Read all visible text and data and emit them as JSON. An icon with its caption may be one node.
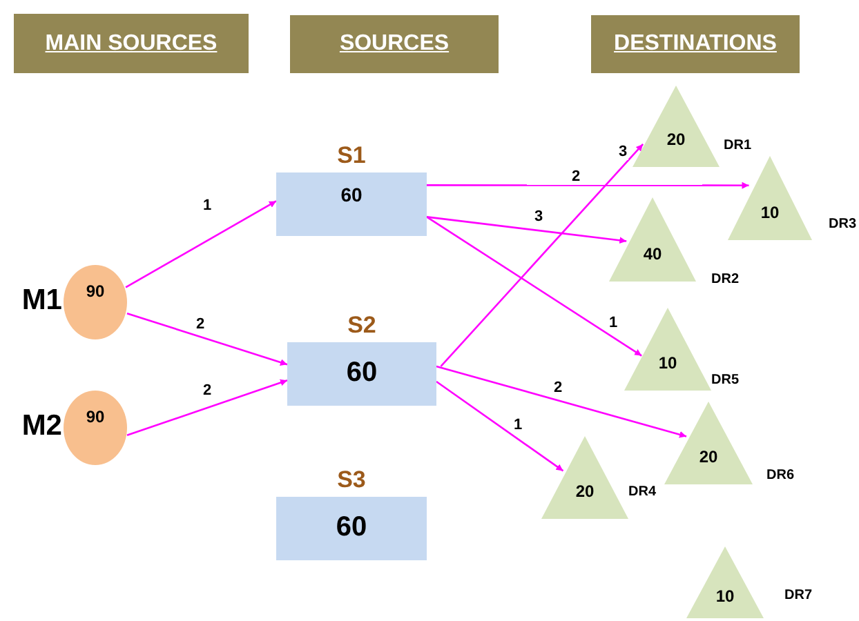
{
  "diagram": {
    "nodes": [
      {
        "text": [
          "MAIN SOURCES"
        ]
      },
      {
        "text": [
          "SOURCES"
        ]
      },
      {
        "text": [
          "DESTINATIONS"
        ]
      },
      {
        "text": [
          "90"
        ],
        "beside": [
          "M1"
        ]
      },
      {
        "text": [
          "90"
        ],
        "beside": [
          "M2"
        ]
      },
      {
        "text": [
          "S1",
          "60"
        ]
      },
      {
        "text": [
          "S2",
          "60"
        ]
      },
      {
        "text": [
          "S3",
          "60"
        ]
      },
      {
        "text": [
          "20"
        ],
        "beside": [
          "DR1"
        ]
      },
      {
        "text": [
          "10"
        ],
        "beside": [
          "DR3"
        ]
      },
      {
        "text": [
          "40"
        ],
        "beside": [
          "DR2"
        ]
      },
      {
        "text": [
          "10"
        ],
        "beside": [
          "DR5"
        ]
      },
      {
        "text": [
          "20"
        ],
        "beside": [
          "DR6"
        ]
      },
      {
        "text": [
          "20"
        ],
        "beside": [
          "DR4"
        ]
      },
      {
        "text": [
          "10"
        ],
        "beside": [
          "DR7"
        ]
      }
    ],
    "edges": [
      {
        "from": 3,
        "to": 5,
        "arrow": "to",
        "label": "1"
      },
      {
        "from": 3,
        "to": 6,
        "arrow": "to",
        "label": "2"
      },
      {
        "from": 4,
        "to": 6,
        "arrow": "to",
        "label": "2"
      },
      {
        "from": 5,
        "to": 9,
        "arrow": "to",
        "label": "2"
      },
      {
        "from": 5,
        "to": 10,
        "arrow": "to",
        "label": "3"
      },
      {
        "from": 5,
        "to": 11,
        "arrow": "to",
        "label": "1"
      },
      {
        "from": 6,
        "to": 8,
        "arrow": "to",
        "label": "3"
      },
      {
        "from": 6,
        "to": 12,
        "arrow": "to",
        "label": "2"
      },
      {
        "from": 6,
        "to": 13,
        "arrow": "to",
        "label": "1"
      }
    ]
  }
}
